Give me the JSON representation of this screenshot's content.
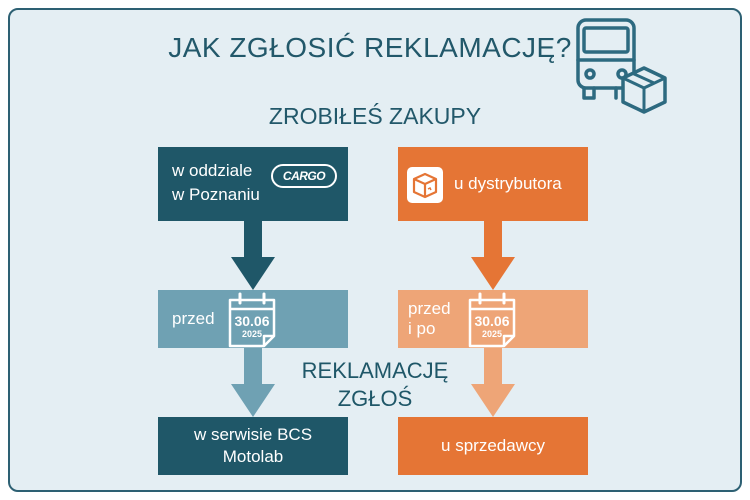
{
  "title": "JAK ZGŁOSIĆ REKLAMACJĘ?",
  "subtitle": "ZROBIŁEŚ ZAKUPY",
  "colors": {
    "dark_teal": "#1f5768",
    "light_teal": "#6fa1b3",
    "orange": "#e57535",
    "light_orange": "#eea577",
    "background": "#e4eef3"
  },
  "icons": {
    "header": "truck-with-package-icon",
    "distributor": "package-icon",
    "date": "calendar-icon"
  },
  "left_column": {
    "source_line1": "w oddziale",
    "source_line2": "w Poznaniu",
    "logo_text": "CARGO",
    "condition": "przed",
    "date": "30.06",
    "year": "2025",
    "destination_line1": "w serwisie BCS",
    "destination_line2": "Motolab"
  },
  "right_column": {
    "source": "u dystrybutora",
    "condition_line1": "przed",
    "condition_line2": "i po",
    "date": "30.06",
    "year": "2025",
    "destination": "u sprzedawcy"
  },
  "middle_label": {
    "line1": "REKLAMACJĘ",
    "line2": "ZGŁOŚ"
  }
}
